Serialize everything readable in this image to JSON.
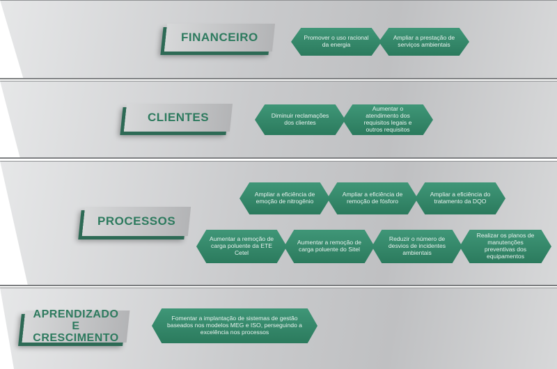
{
  "bands": [
    {
      "label": "FINANCEIRO",
      "items": [
        "Promover o uso racional da energia",
        "Ampliar a prestação de serviços ambientais"
      ]
    },
    {
      "label": "CLIENTES",
      "items": [
        "Diminuir reclamações dos clientes",
        "Aumentar o atendimento dos requisitos legais e outros requisitos"
      ]
    },
    {
      "label": "PROCESSOS",
      "items": [
        "Ampliar a eficiência de emoção de nitrogênio",
        "Ampliar a eficiência de remoção de fósforo",
        "Ampliar a eficiência do tratamento da DQO",
        "Aumentar a remoção de carga poluente da ETE Cetel",
        "Aumentar a remoção de carga poluente do Sitel",
        "Reduzir o número de desvios de incidentes ambientais",
        "Realizar os planos de manutenções preventivas dos equipamentos"
      ]
    },
    {
      "label": "APRENDIZADO E CRESCIMENTO",
      "items": [
        "Fomentar a implantação de sistemas de gestão baseados nos modelos MEG e ISO, perseguindo a excelência nos processos"
      ]
    }
  ],
  "colors": {
    "accent": "#2d7a5e",
    "hex_fill": "#368a6b",
    "band": "#c9cacc"
  }
}
